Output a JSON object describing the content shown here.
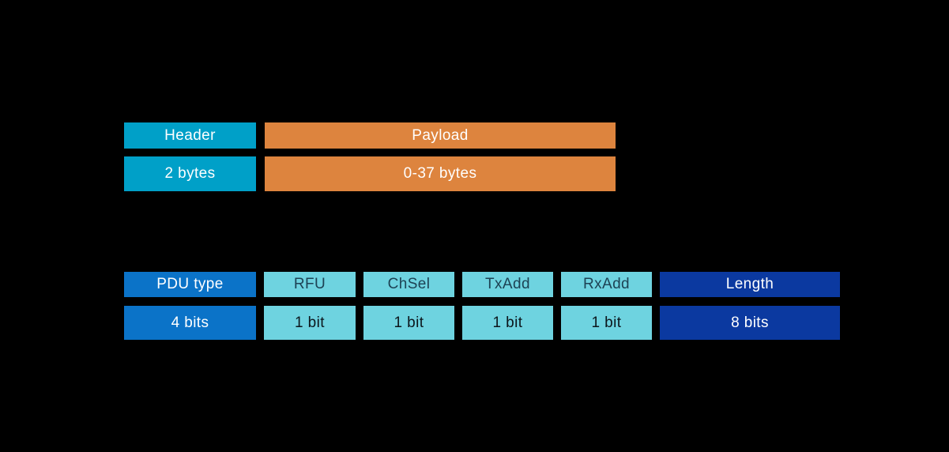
{
  "packet": {
    "fields": [
      {
        "label": "Header",
        "size": "2 bytes"
      },
      {
        "label": "Payload",
        "size": "0-37 bytes"
      }
    ]
  },
  "header_fields": [
    {
      "label": "PDU type",
      "size": "4 bits"
    },
    {
      "label": "RFU",
      "size": "1 bit"
    },
    {
      "label": "ChSel",
      "size": "1 bit"
    },
    {
      "label": "TxAdd",
      "size": "1 bit"
    },
    {
      "label": "RxAdd",
      "size": "1 bit"
    },
    {
      "label": "Length",
      "size": "8 bits"
    }
  ],
  "colors": {
    "background": "#000000",
    "teal": "#00A0C8",
    "orange": "#DD843E",
    "blue": "#0B73C8",
    "light_cyan": "#6ED3E0",
    "dark_blue": "#0B39A0",
    "text_light": "#FFFFFF",
    "text_dark": "#1D4254",
    "text_black": "#0C161C"
  }
}
